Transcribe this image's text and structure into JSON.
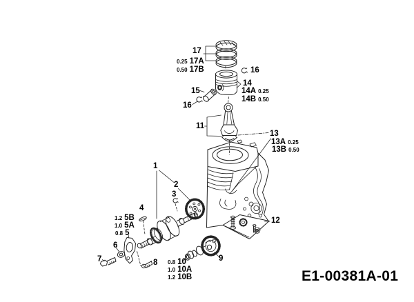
{
  "document": {
    "code": "E1-00381A-01"
  },
  "colors": {
    "ink": "#222222",
    "background": "#ffffff"
  },
  "labels": [
    {
      "id": "17",
      "text": "17"
    },
    {
      "id": "17A",
      "pre": "0.25",
      "text": "17A"
    },
    {
      "id": "17B",
      "pre": "0.50",
      "text": "17B"
    },
    {
      "id": "16-upper",
      "text": "16"
    },
    {
      "id": "14",
      "text": "14"
    },
    {
      "id": "14A",
      "text": "14A",
      "post": "0.25"
    },
    {
      "id": "14B",
      "text": "14B",
      "post": "0.50"
    },
    {
      "id": "15",
      "text": "15"
    },
    {
      "id": "16-lower",
      "text": "16"
    },
    {
      "id": "11",
      "text": "11"
    },
    {
      "id": "13",
      "text": "13"
    },
    {
      "id": "13A",
      "text": "13A",
      "post": "0.25"
    },
    {
      "id": "13B",
      "text": "13B",
      "post": "0.50"
    },
    {
      "id": "12",
      "text": "12"
    },
    {
      "id": "1",
      "text": "1"
    },
    {
      "id": "2",
      "text": "2"
    },
    {
      "id": "3",
      "text": "3"
    },
    {
      "id": "4",
      "text": "4"
    },
    {
      "id": "5B",
      "pre": "1.2",
      "text": "5B"
    },
    {
      "id": "5A",
      "pre": "1.0",
      "text": "5A"
    },
    {
      "id": "5",
      "pre": "0.8",
      "text": "5"
    },
    {
      "id": "6",
      "text": "6"
    },
    {
      "id": "7",
      "text": "7"
    },
    {
      "id": "8",
      "text": "8"
    },
    {
      "id": "10",
      "pre": "0.8",
      "text": "10"
    },
    {
      "id": "10A",
      "pre": "1.0",
      "text": "10A"
    },
    {
      "id": "10B",
      "pre": "1.2",
      "text": "10B"
    },
    {
      "id": "9",
      "text": "9"
    }
  ]
}
